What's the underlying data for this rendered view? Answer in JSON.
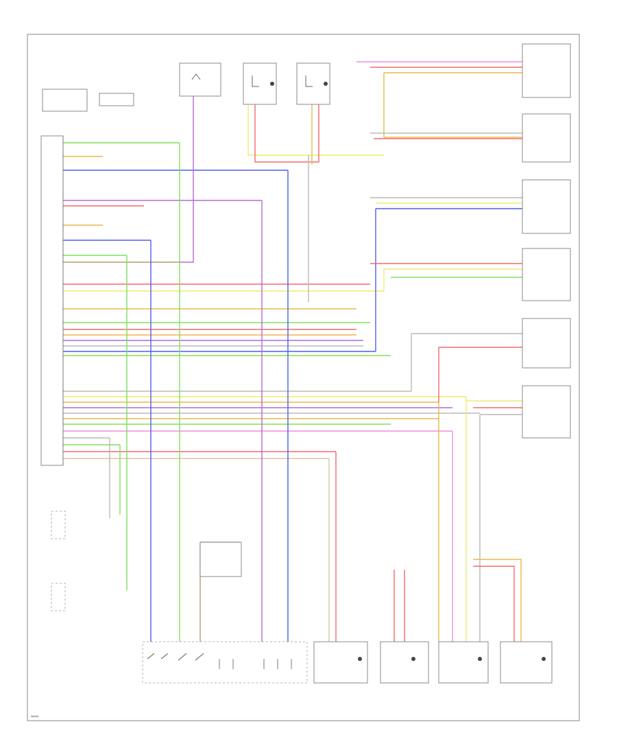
{
  "footer_code": "W0000",
  "colors": {
    "green": "#7ee05a",
    "blue": "#4f5bf0",
    "violet": "#b46ad6",
    "red": "#f26a6a",
    "yellow": "#ecec70",
    "orange": "#e9b84a",
    "gray": "#b8b8b8",
    "brown": "#b39b6b",
    "pink": "#f28be0",
    "tan": "#d9c79a"
  },
  "icons": [
    "ground-symbol",
    "motor-symbol",
    "switch-symbol",
    "connector-arrow"
  ]
}
